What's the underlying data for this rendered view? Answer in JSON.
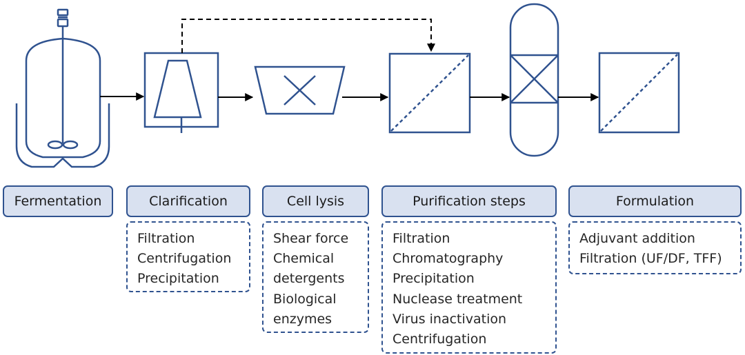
{
  "colors": {
    "stroke": "#2f528f",
    "arrow": "#000000",
    "label_fill": "#d9e1f0"
  },
  "stages": [
    {
      "key": "fermentation",
      "label": "Fermentation",
      "icon": "bioreactor-icon",
      "methods": []
    },
    {
      "key": "clarification",
      "label": "Clarification",
      "icon": "centrifuge-icon",
      "methods": [
        "Filtration",
        "Centrifugation",
        "Precipitation"
      ]
    },
    {
      "key": "cell_lysis",
      "label": "Cell lysis",
      "icon": "homogenizer-icon",
      "methods": [
        "Shear force",
        "Chemical",
        "detergents",
        "Biological",
        "enzymes"
      ]
    },
    {
      "key": "purification",
      "label": "Purification steps",
      "icon": "filter-icon",
      "methods": [
        "Filtration",
        "Chromatography",
        "Precipitation",
        "Nuclease treatment",
        "Virus inactivation",
        "Centrifugation"
      ]
    },
    {
      "key": "formulation",
      "label": "Formulation",
      "icon": "filter-icon",
      "methods": [
        "Adjuvant addition",
        "Filtration (UF/DF, TFF)"
      ]
    }
  ]
}
